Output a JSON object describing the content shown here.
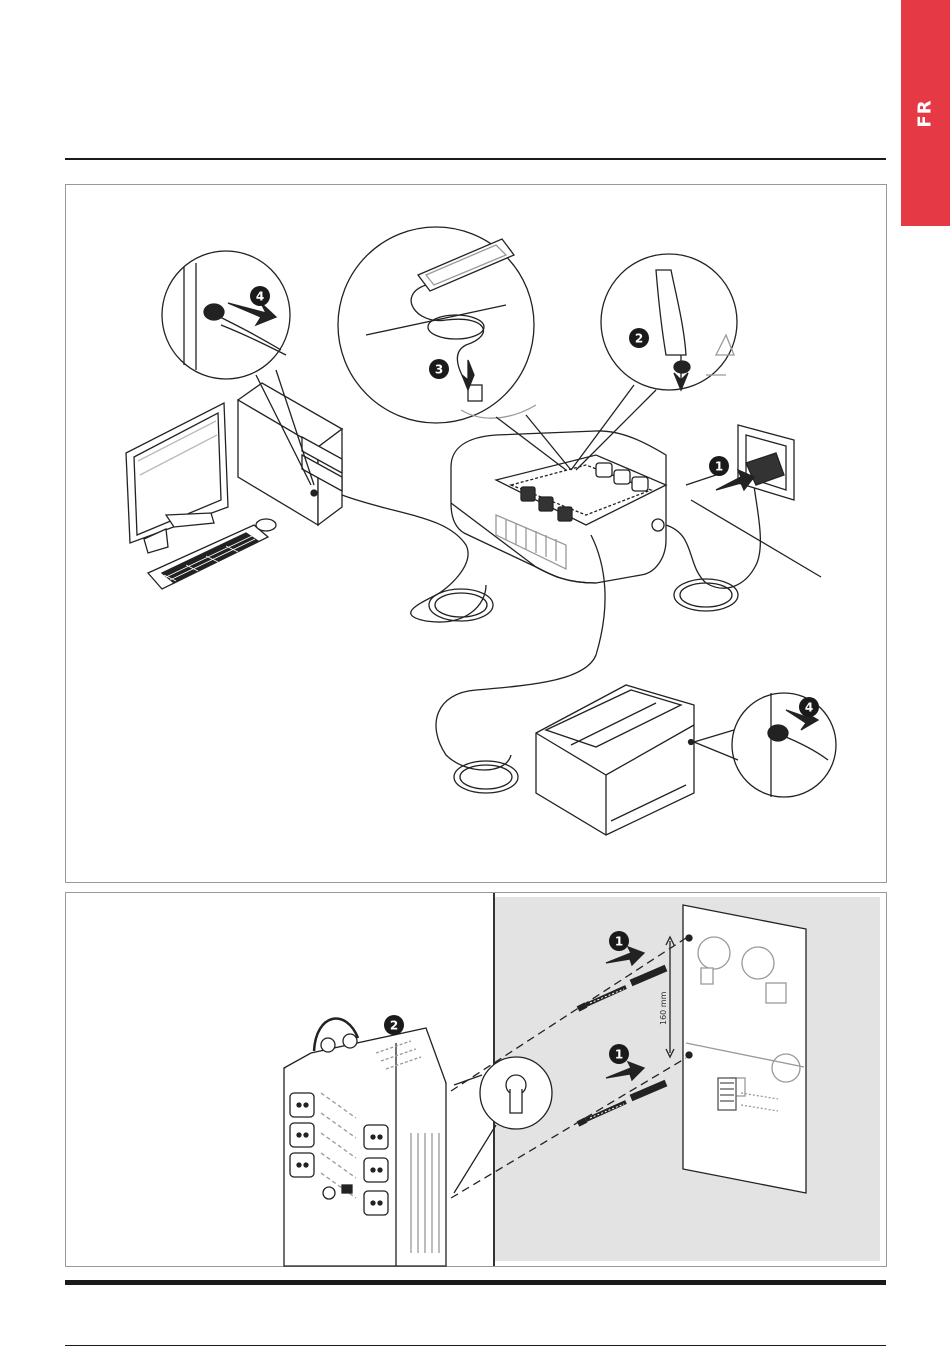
{
  "language_tab": {
    "label": "FR",
    "color": "#e63946"
  },
  "panel1": {
    "steps": [
      "1",
      "2",
      "3",
      "4",
      "4"
    ]
  },
  "panel2": {
    "steps": [
      "1",
      "1",
      "2"
    ],
    "distance_label": "160 mm"
  }
}
